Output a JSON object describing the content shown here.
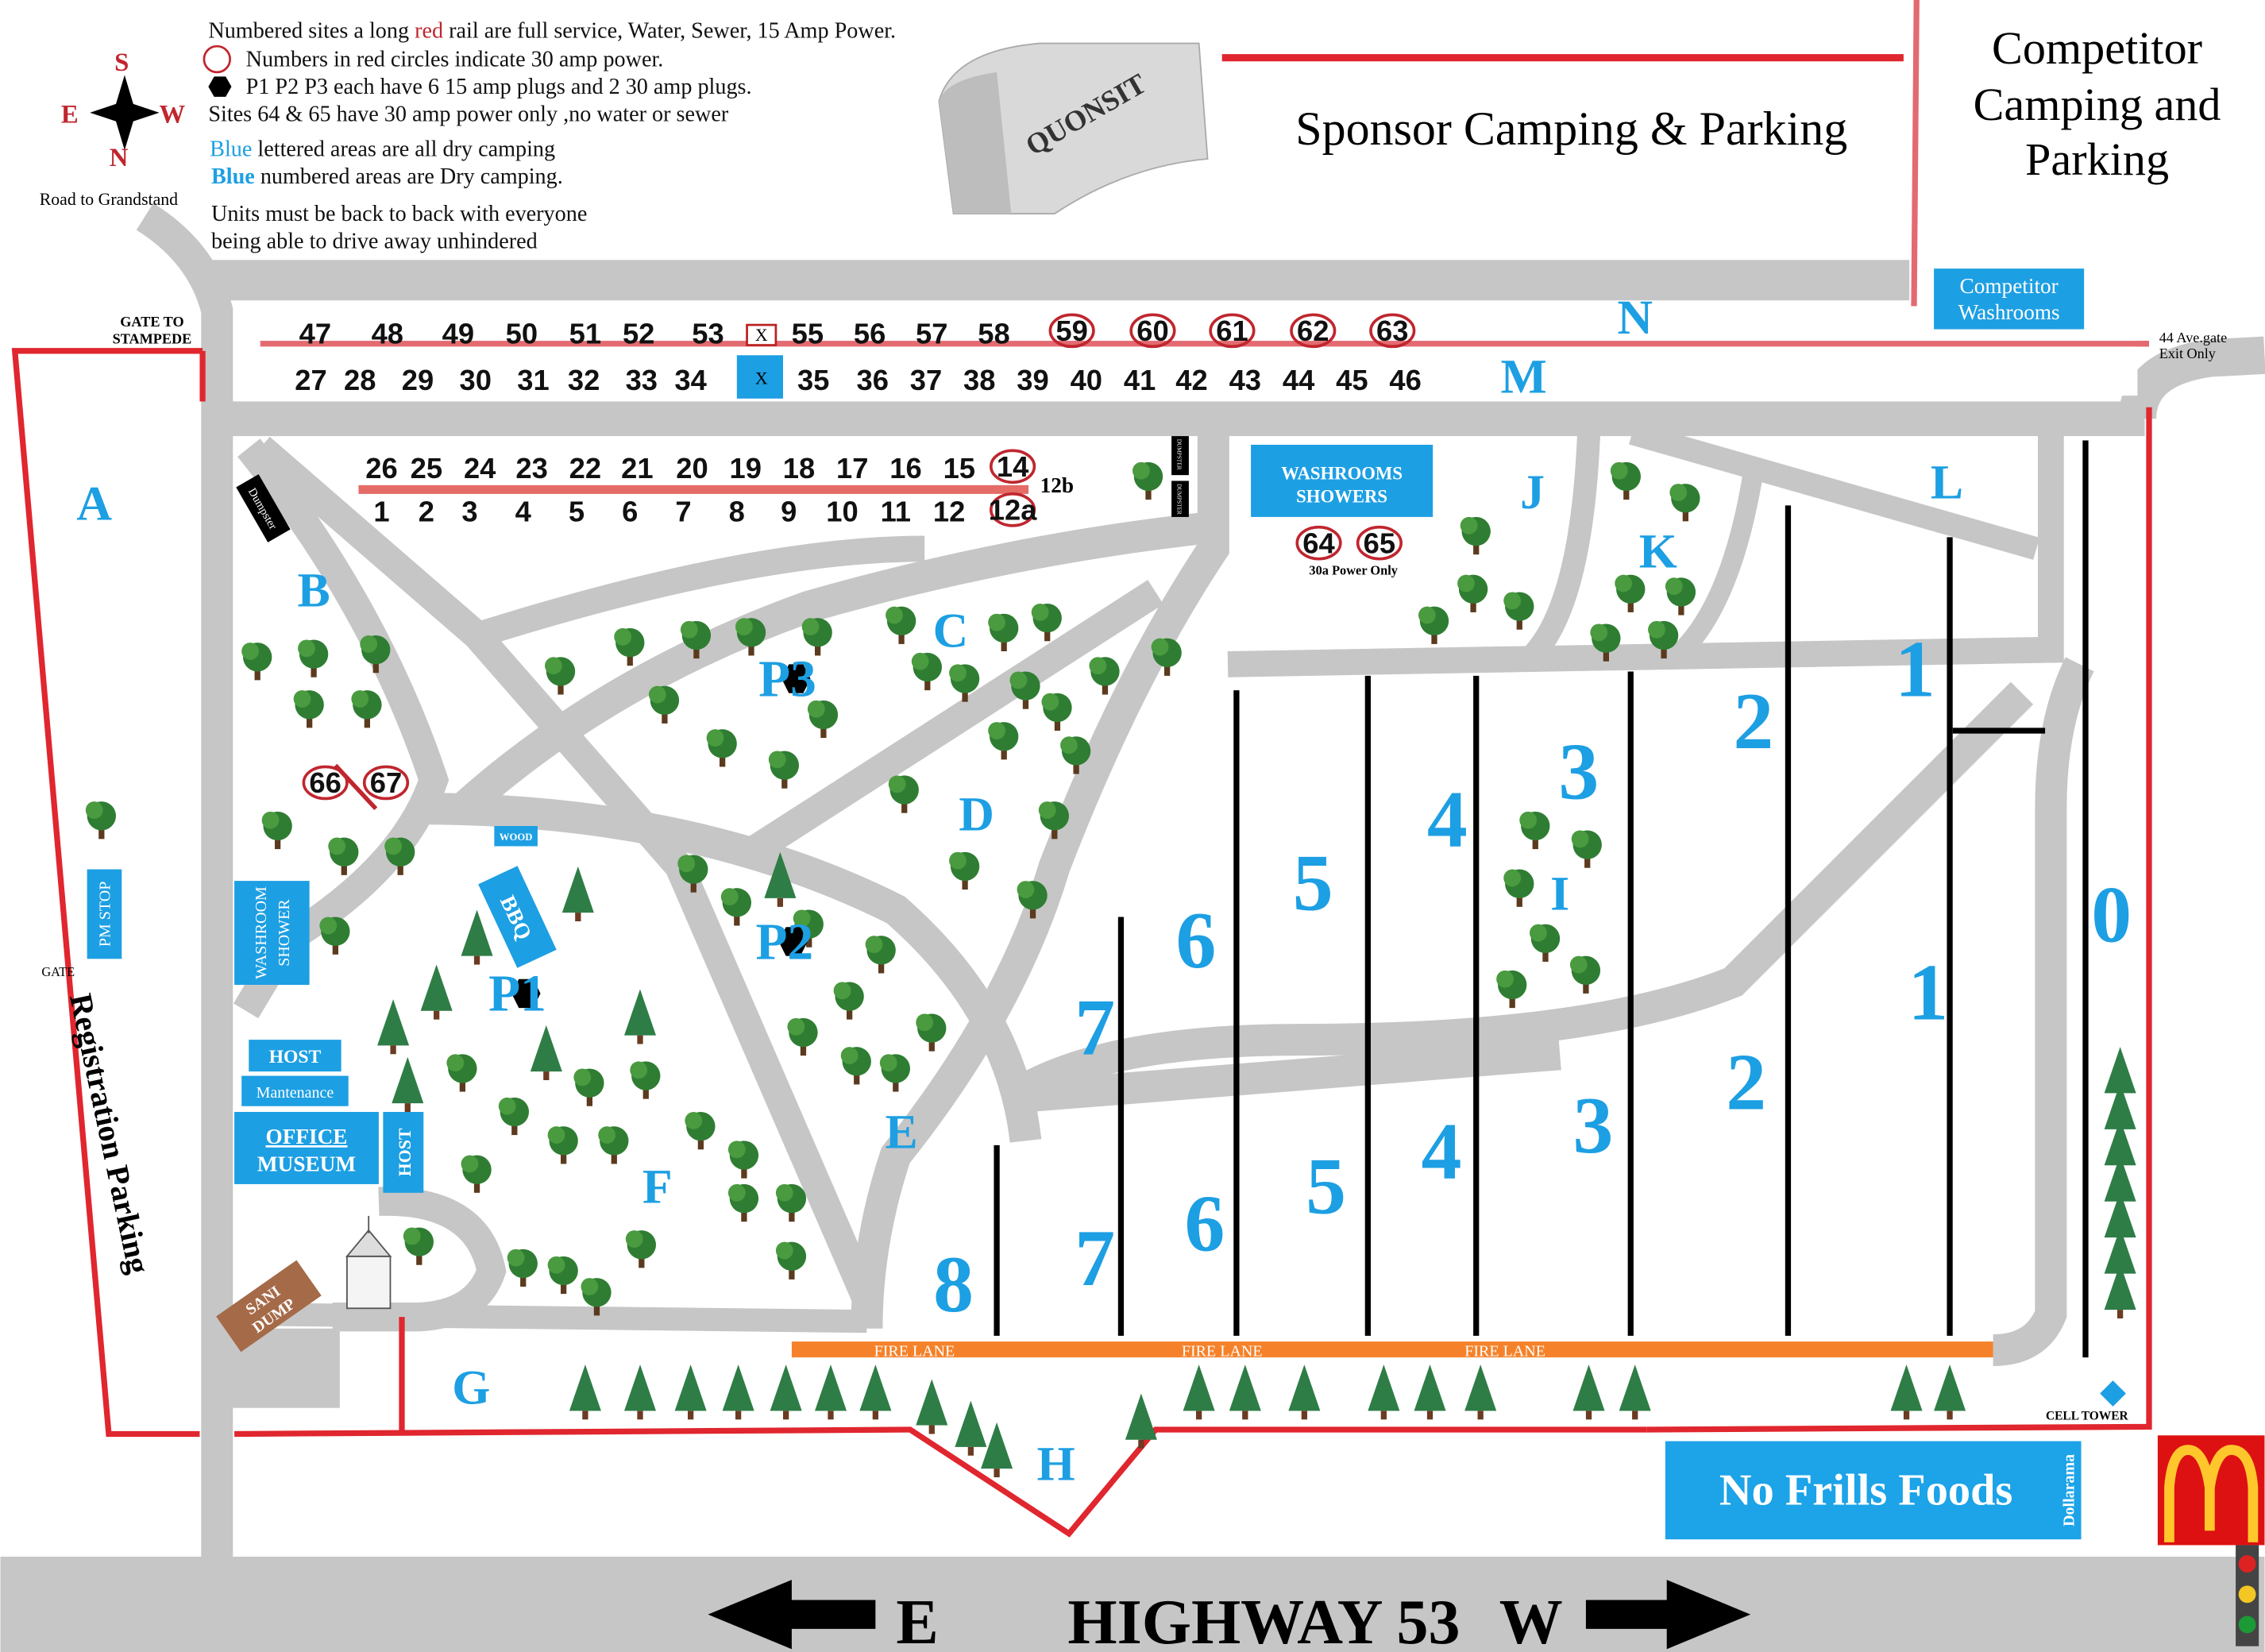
{
  "legend": {
    "line1_pre": "Numbered sites a long ",
    "line1_red": "red",
    "line1_post": " rail are full service, Water, Sewer, 15 Amp Power.",
    "line2": "Numbers in red circles indicate 30 amp power.",
    "line3": "P1 P2 P3 each have 6 15 amp plugs and 2 30 amp plugs.",
    "line4": "Sites 64 & 65 have 30 amp power only ,no water or sewer",
    "line5_blue": "Blue",
    "line5_post": " lettered areas are all dry camping",
    "line6_blue": "Blue",
    "line6_post": " numbered areas are Dry camping.",
    "line7": "Units must be back to back with everyone",
    "line8": "being able to drive away unhindered"
  },
  "compass": {
    "s": "S",
    "e": "E",
    "w": "W",
    "n": "N"
  },
  "labels": {
    "road_to_grandstand": "Road to Grandstand",
    "gate_to": "GATE TO",
    "stampede": "STAMPEDE",
    "gate": "GATE",
    "registration_parking": "Registration Parking",
    "ave_gate": "44 Ave.gate",
    "exit_only": "Exit Only",
    "cell_tower": "CELL TOWER",
    "quonset": "QUONSIT",
    "sponsor": "Sponsor Camping & Parking",
    "competitor": [
      "Competitor",
      "Camping and",
      "Parking"
    ],
    "power_only": "30a Power Only",
    "fire_lane": "FIRE LANE",
    "site_12b": "12b",
    "x": "X"
  },
  "buildings": {
    "washrooms": "WASHROOMS",
    "showers": "SHOWERS",
    "competitor_washrooms": [
      "Competitor",
      "Washrooms"
    ],
    "host": "HOST",
    "maintenance": "Mantenance",
    "office": "OFFICE",
    "museum": "MUSEUM",
    "host_vertical": "HOST",
    "washroom": "WASHROOM",
    "shower": "SHOWER",
    "pm_stop": "PM STOP",
    "bbq": "BBQ",
    "wood": "WOOD",
    "dumpster": "Dumpster",
    "dumpster_small": "DUMPSTER",
    "sani": "SANI",
    "dump": "DUMP",
    "no_frills": "No Frills Foods",
    "dollarama": "Dollarama"
  },
  "sites": {
    "row_top": [
      "47",
      "48",
      "49",
      "50",
      "51",
      "52",
      "53",
      "55",
      "56",
      "57",
      "58"
    ],
    "row_top_30amp": [
      "59",
      "60",
      "61",
      "62",
      "63"
    ],
    "row_second": [
      "27",
      "28",
      "29",
      "30",
      "31",
      "32",
      "33",
      "34",
      "35",
      "36",
      "37",
      "38",
      "39",
      "40",
      "41",
      "42",
      "43",
      "44",
      "45",
      "46"
    ],
    "row_third": [
      "26",
      "25",
      "24",
      "23",
      "22",
      "21",
      "20",
      "19",
      "18",
      "17",
      "16",
      "15"
    ],
    "row_third_30amp": [
      "14"
    ],
    "row_fourth": [
      "1",
      "2",
      "3",
      "4",
      "5",
      "6",
      "7",
      "8",
      "9",
      "10",
      "11",
      "12"
    ],
    "row_fourth_30amp": [
      "12a"
    ],
    "power_only_30amp": [
      "64",
      "65"
    ],
    "crossed_30amp": [
      "66",
      "67"
    ]
  },
  "areas": [
    "A",
    "B",
    "C",
    "D",
    "E",
    "F",
    "G",
    "H",
    "I",
    "J",
    "K",
    "L",
    "M",
    "N"
  ],
  "power_posts": [
    "P1",
    "P2",
    "P3"
  ],
  "fields_upper": [
    "1",
    "2",
    "3",
    "4",
    "5",
    "6",
    "7",
    "8"
  ],
  "fields_lower": [
    "7",
    "6",
    "5",
    "4",
    "3",
    "2",
    "1",
    "0"
  ],
  "highway": {
    "east": "E",
    "name": "HIGHWAY 53",
    "west": "W"
  },
  "colors": {
    "blue": "#1d9fe3",
    "red": "#e0262e",
    "road": "#c6c6c6",
    "fire_lane": "#f5822a",
    "tree": "#2e7d32"
  }
}
